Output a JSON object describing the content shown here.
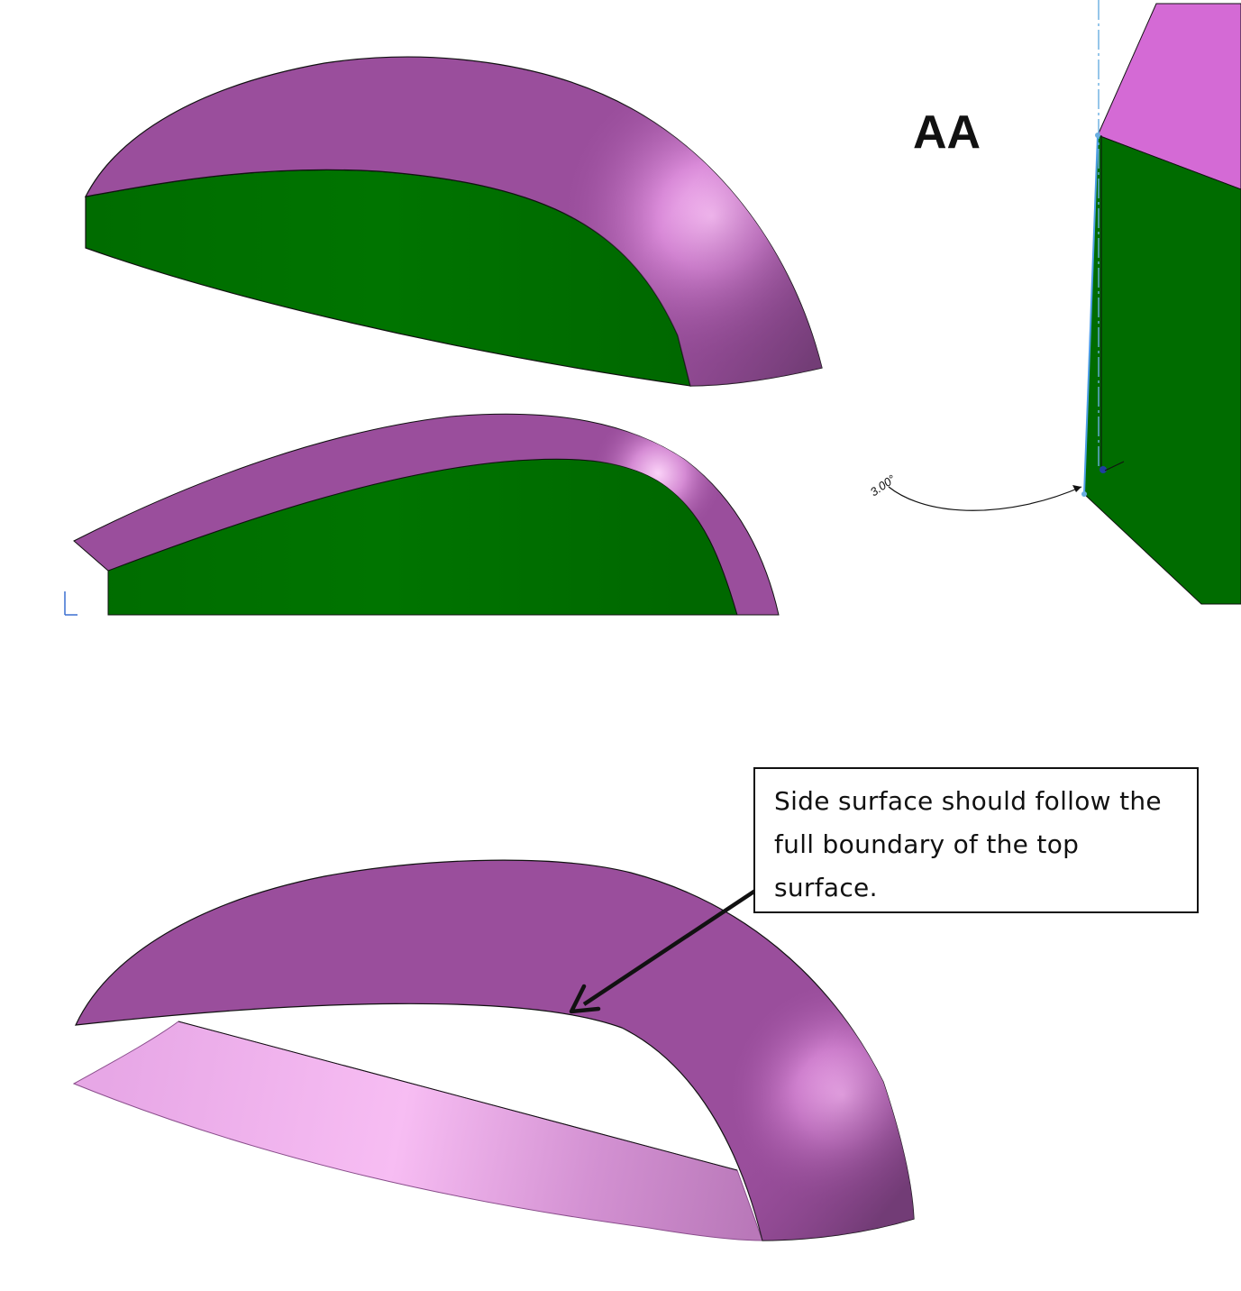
{
  "section_label": "AA",
  "angle_dimension": "3.00°",
  "callout_text": "Side surface should follow the full boundary of the top surface.",
  "colors": {
    "top_surface": "#9a4e9c",
    "top_surface_highlight": "#f9b6f6",
    "side_surface": "#007000",
    "side_surface_shade": "#006400",
    "section_top": "#d46ad5",
    "inner_surface": "#d89ad8",
    "axis_line": "#6aaee0",
    "outline": "#111111"
  },
  "icons": [
    "triad-icon",
    "callout-arrow-icon"
  ]
}
